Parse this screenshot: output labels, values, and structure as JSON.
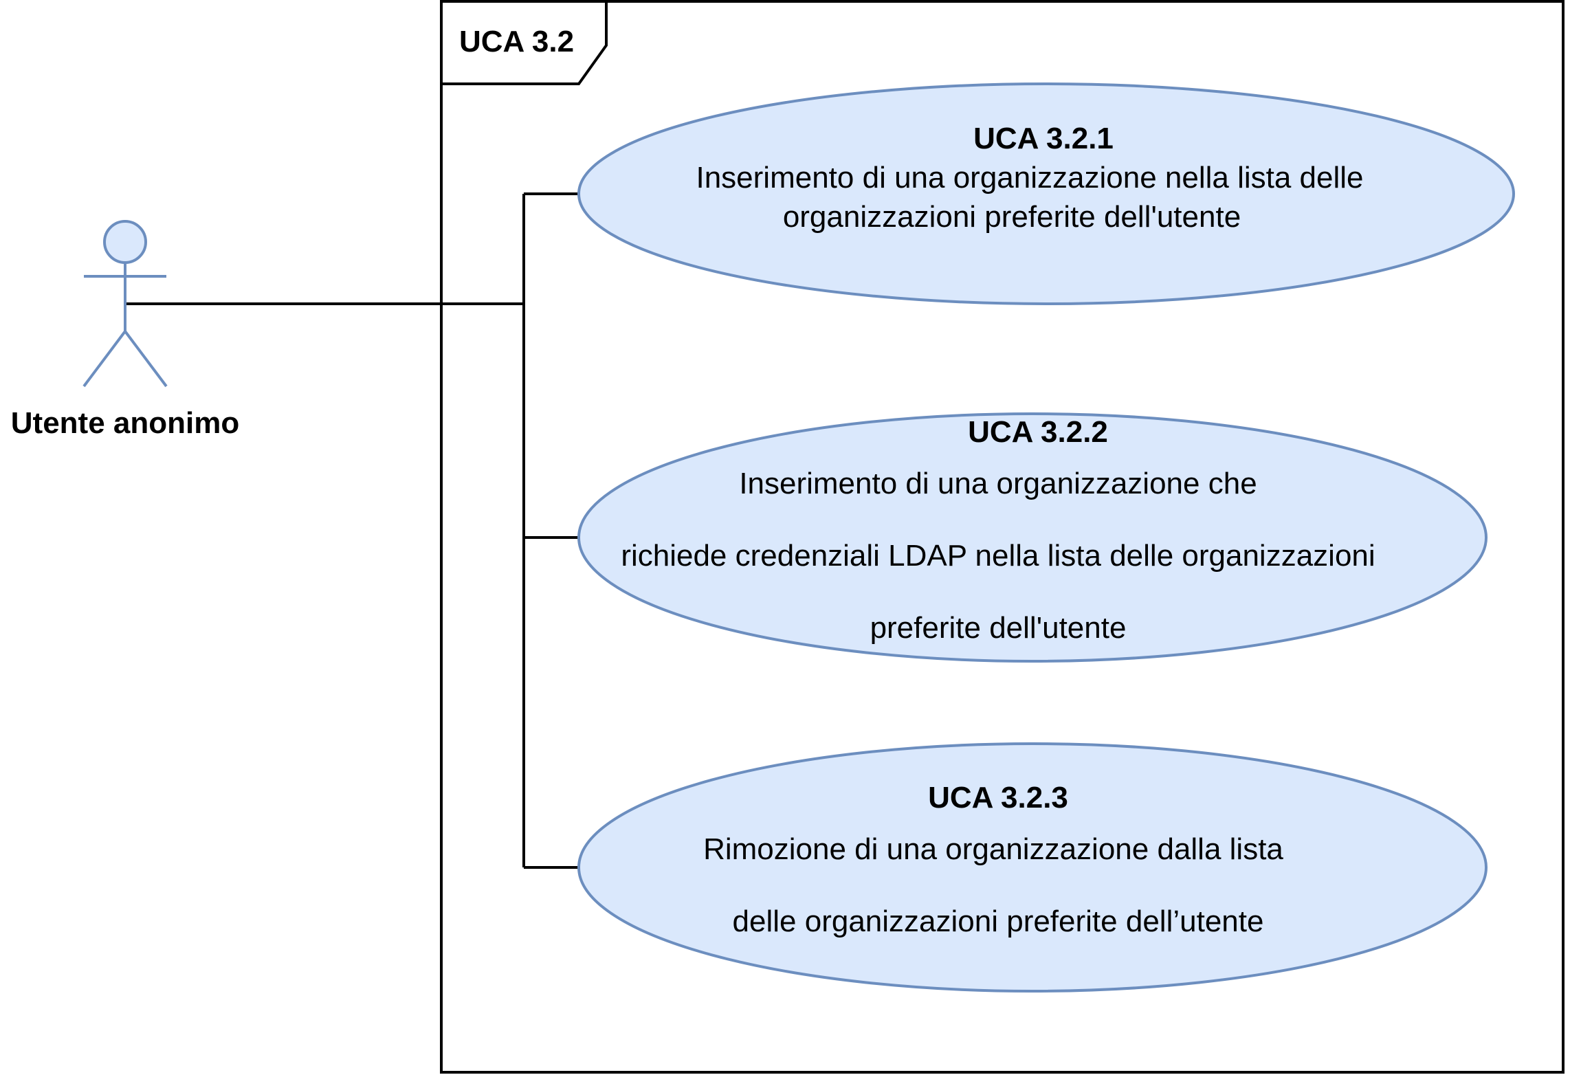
{
  "frame": {
    "title": "UCA 3.2"
  },
  "actor": {
    "name": "Utente anonimo"
  },
  "use_cases": [
    {
      "id": "UCA 3.2.1",
      "lines": [
        "Inserimento di una organizzazione nella lista delle",
        "organizzazioni preferite dell'utente"
      ]
    },
    {
      "id": "UCA 3.2.2",
      "lines": [
        "Inserimento di una organizzazione che",
        "richiede credenziali LDAP nella lista delle organizzazioni",
        "preferite dell'utente"
      ]
    },
    {
      "id": "UCA 3.2.3",
      "lines": [
        "Rimozione di una organizzazione dalla lista",
        "delle organizzazioni preferite dell’utente"
      ]
    }
  ],
  "colors": {
    "use_case_fill": "#dae8fc",
    "use_case_stroke": "#6c8ebf",
    "line": "#000000"
  }
}
